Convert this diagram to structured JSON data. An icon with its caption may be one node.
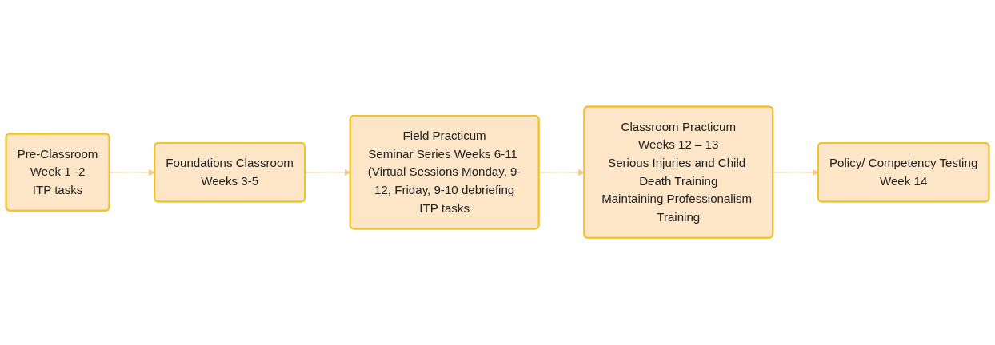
{
  "diagram": {
    "nodes": [
      {
        "text": [
          "Pre-Classroom",
          "Week 1 -2",
          "ITP tasks"
        ]
      },
      {
        "text": [
          "Foundations Classroom",
          "Weeks 3-5"
        ]
      },
      {
        "text": [
          "Field Practicum",
          "Seminar Series Weeks 6-11 (Virtual Sessions Monday, 9-12, Friday, 9-10 debriefing",
          "ITP tasks"
        ]
      },
      {
        "text": [
          "Classroom Practicum",
          "Weeks 12 – 13",
          "Serious Injuries and Child Death Training",
          "Maintaining Professionalism Training"
        ]
      },
      {
        "text": [
          "Policy/ Competency Testing",
          "Week 14"
        ]
      }
    ],
    "edges": [
      {
        "from": 0,
        "to": 1,
        "arrow": "to",
        "color": "#f5c98a"
      },
      {
        "from": 1,
        "to": 2,
        "arrow": "to",
        "color": "#f5c98a"
      },
      {
        "from": 2,
        "to": 3,
        "arrow": "to",
        "color": "#f5c98a"
      },
      {
        "from": 3,
        "to": 4,
        "arrow": "to",
        "color": "#f5c98a"
      }
    ]
  }
}
